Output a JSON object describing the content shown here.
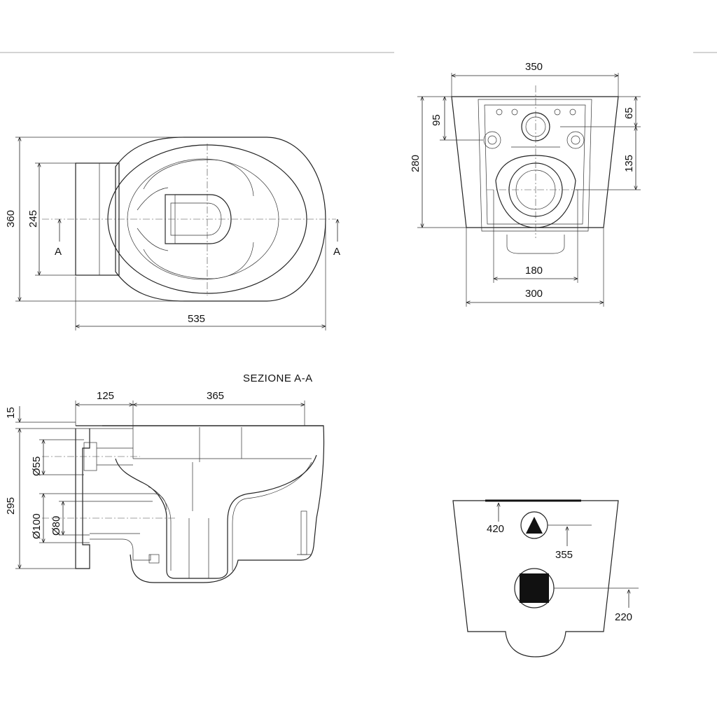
{
  "colors": {
    "line": "#222222",
    "background": "#ffffff",
    "rule": "#aaaaaa"
  },
  "top_view": {
    "dims": {
      "length": "535",
      "width": "360",
      "inner_width": "245"
    },
    "section_marker_left": "A",
    "section_marker_right": "A"
  },
  "rear_view": {
    "dims": {
      "top_width": "350",
      "bottom_width": "300",
      "outlet_width": "180",
      "height": "280",
      "left_offset": "95",
      "right_offset_top": "65",
      "right_offset": "135"
    }
  },
  "section_view": {
    "title": "SEZIONE A-A",
    "dims": {
      "rear_depth": "125",
      "front_depth": "365",
      "seat_thickness": "15",
      "height": "295",
      "inlet_diameter": "Ø55",
      "outlet_outer_diameter": "Ø100",
      "outlet_inner_diameter": "Ø80"
    }
  },
  "connections_view": {
    "dims": {
      "top_mark": "420",
      "supply_mark": "355",
      "drain_mark": "220"
    },
    "icons": [
      "triangle-supply-icon",
      "square-drain-icon"
    ]
  }
}
